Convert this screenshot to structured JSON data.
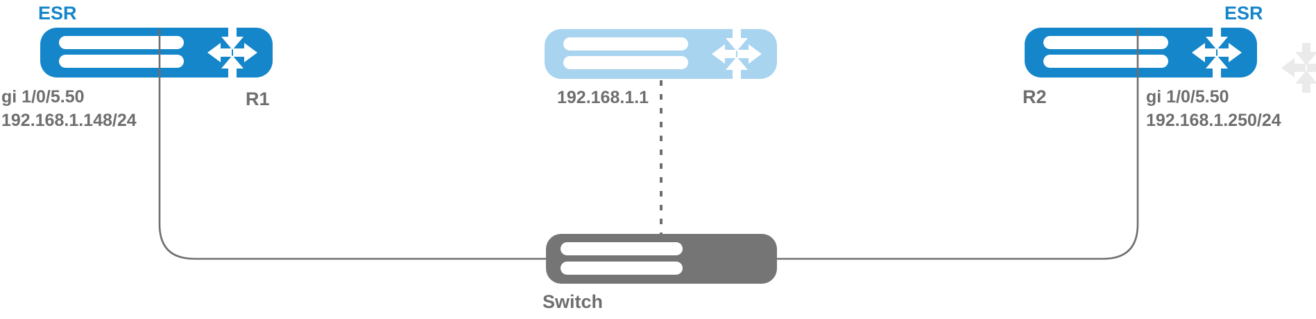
{
  "colors": {
    "router_blue": "#1486c9",
    "router_blue_light": "#a8d4f0",
    "switch_gray": "#757575",
    "line_gray": "#6e6e6e",
    "label_gray": "#6e6e6e"
  },
  "nodes": {
    "r1": {
      "platform": "ESR",
      "name": "R1",
      "interface": "gi 1/0/5.50",
      "ip": "192.168.1.148/24"
    },
    "virtual_router": {
      "ip": "192.168.1.1"
    },
    "r2": {
      "platform": "ESR",
      "name": "R2",
      "interface": "gi 1/0/5.50",
      "ip": "192.168.1.250/24"
    },
    "switch": {
      "name": "Switch"
    }
  }
}
